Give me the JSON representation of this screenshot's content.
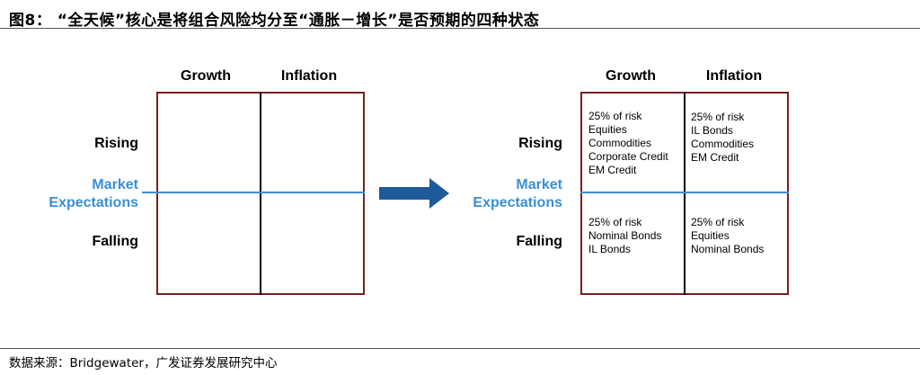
{
  "title": "图8：  “全天候”核心是将组合风险均分至“通胀－增长”是否预期的四种状态",
  "source": "数据来源：Bridgewater，广发证券发展研究中心",
  "left": {
    "columns": [
      "Growth",
      "Inflation"
    ],
    "rows": [
      "Rising",
      "Falling"
    ],
    "market_label_1": "Market",
    "market_label_2": "Expectations"
  },
  "right": {
    "columns": [
      "Growth",
      "Inflation"
    ],
    "rows": [
      "Rising",
      "Falling"
    ],
    "market_label_1": "Market",
    "market_label_2": "Expectations",
    "cells": {
      "rising_growth": [
        "25% of risk",
        "Equities",
        "Commodities",
        "Corporate Credit",
        "EM Credit"
      ],
      "rising_inflation": [
        "25% of risk",
        "IL Bonds",
        "Commodities",
        "EM Credit"
      ],
      "falling_growth": [
        "25% of risk",
        "Nominal Bonds",
        "IL Bonds"
      ],
      "falling_inflation": [
        "25% of risk",
        "Equities",
        "Nominal Bonds"
      ]
    }
  },
  "colors": {
    "market_line": "#3a8fd8",
    "grid_border": "#7a1f1f",
    "arrow": "#1f5a9a"
  }
}
